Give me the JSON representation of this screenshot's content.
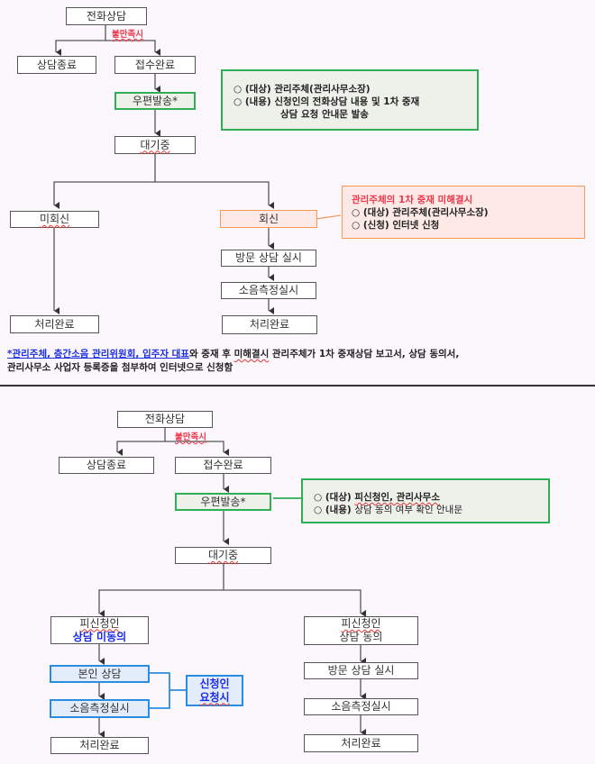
{
  "top": {
    "start": "전화상담",
    "condition": "불만족시",
    "end_consult": "상담종료",
    "received": "접수완료",
    "mail": "우편발송*",
    "mail_note": {
      "line1": "○ (대상) 관리주체(관리사무소장)",
      "line2": "○ (내용) 신청인의 전화상담 내용 및 1차 중재",
      "line3": "상담 요청 안내문 발송"
    },
    "waiting": "대기중",
    "no_reply": "미회신",
    "reply": "회신",
    "reply_note": {
      "title": "관리주체의 1차 중재 미해결시",
      "line1": "○ (대상) 관리주체(관리사무소장)",
      "line2": "○ (신청) 인터넷 신청"
    },
    "visit": "방문 상담 실시",
    "noise": "소음측정실시",
    "done_left": "처리완료",
    "done_right": "처리완료"
  },
  "footer": {
    "link_text": "*관리주체, 층간소음 관리위원회, 입주자 대표",
    "text1": "와 중재 후 ",
    "unresolved": "미해결시",
    "text2": " 관리주체가 1차 중재상담 보고서, 상담 동의서,",
    "line2": "관리사무소 사업자 등록증을 첨부하여 인터넷으로 신청함"
  },
  "bottom": {
    "start": "전화상담",
    "condition": "불만족시",
    "end_consult": "상담종료",
    "received": "접수완료",
    "mail": "우편발송*",
    "mail_note": {
      "line1_prefix": "○ (대상) ",
      "line1_value": "피신청인, 관리사무소",
      "line2_prefix": "○ (내용) ",
      "line2_value": "상담 동의 여부 확인 안내문"
    },
    "waiting": "대기중",
    "left_head1": "피신청인",
    "left_head2": "상담 미동의",
    "self_consult": "본인 상담",
    "noise_left": "소음측정실시",
    "request1": "신청인",
    "request2": "요청시",
    "done_left": "처리완료",
    "right_head1": "피신청인",
    "right_head2": "상담 동의",
    "visit": "방문 상담 실시",
    "noise_right": "소음측정실시",
    "done_right": "처리완료"
  },
  "colors": {
    "green": "#2fae55",
    "orange": "#f39a5a",
    "blue": "#2a8de0",
    "red": "#f0384b",
    "link_blue": "#1c2fe0"
  }
}
